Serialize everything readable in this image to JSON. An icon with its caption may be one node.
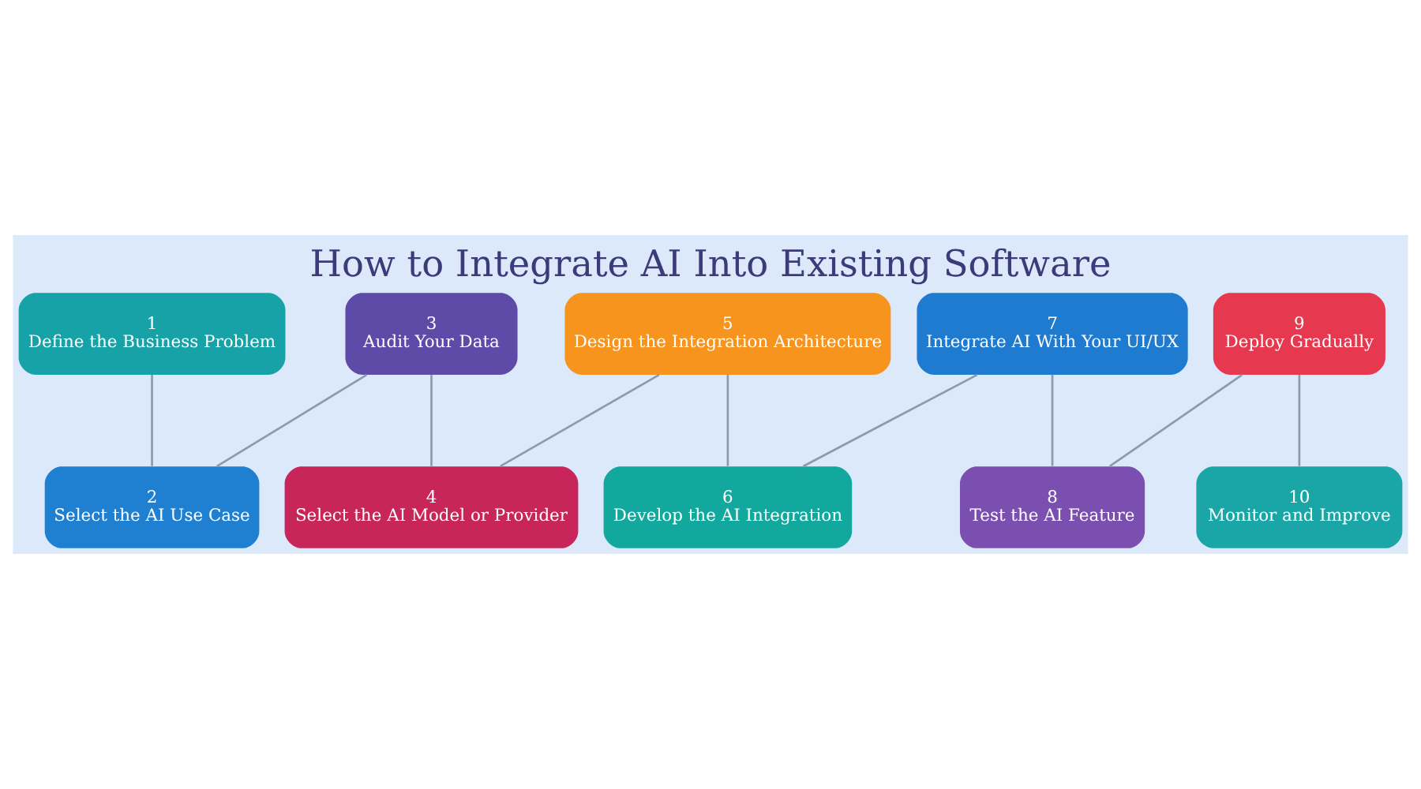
{
  "diagram": {
    "title": "How to Integrate AI Into Existing Software",
    "nodes": [
      {
        "text": [
          "1",
          "Define the Business Problem"
        ]
      },
      {
        "text": [
          "2",
          "Select the AI Use Case"
        ]
      },
      {
        "text": [
          "3",
          "Audit Your Data"
        ]
      },
      {
        "text": [
          "4",
          "Select the AI Model or Provider"
        ]
      },
      {
        "text": [
          "5",
          "Design the Integration Architecture"
        ]
      },
      {
        "text": [
          "6",
          "Develop the AI Integration"
        ]
      },
      {
        "text": [
          "7",
          "Integrate AI With Your UI/UX"
        ]
      },
      {
        "text": [
          "8",
          "Test the AI Feature"
        ]
      },
      {
        "text": [
          "9",
          "Deploy Gradually"
        ]
      },
      {
        "text": [
          "10",
          "Monitor and Improve"
        ]
      }
    ],
    "edges": [
      {
        "from": 0,
        "to": 1,
        "arrow": "none"
      },
      {
        "from": 1,
        "to": 2,
        "arrow": "none"
      },
      {
        "from": 2,
        "to": 3,
        "arrow": "none"
      },
      {
        "from": 3,
        "to": 4,
        "arrow": "none"
      },
      {
        "from": 4,
        "to": 5,
        "arrow": "none"
      },
      {
        "from": 5,
        "to": 6,
        "arrow": "none"
      },
      {
        "from": 6,
        "to": 7,
        "arrow": "none"
      },
      {
        "from": 7,
        "to": 8,
        "arrow": "none"
      },
      {
        "from": 8,
        "to": 9,
        "arrow": "none"
      }
    ]
  }
}
